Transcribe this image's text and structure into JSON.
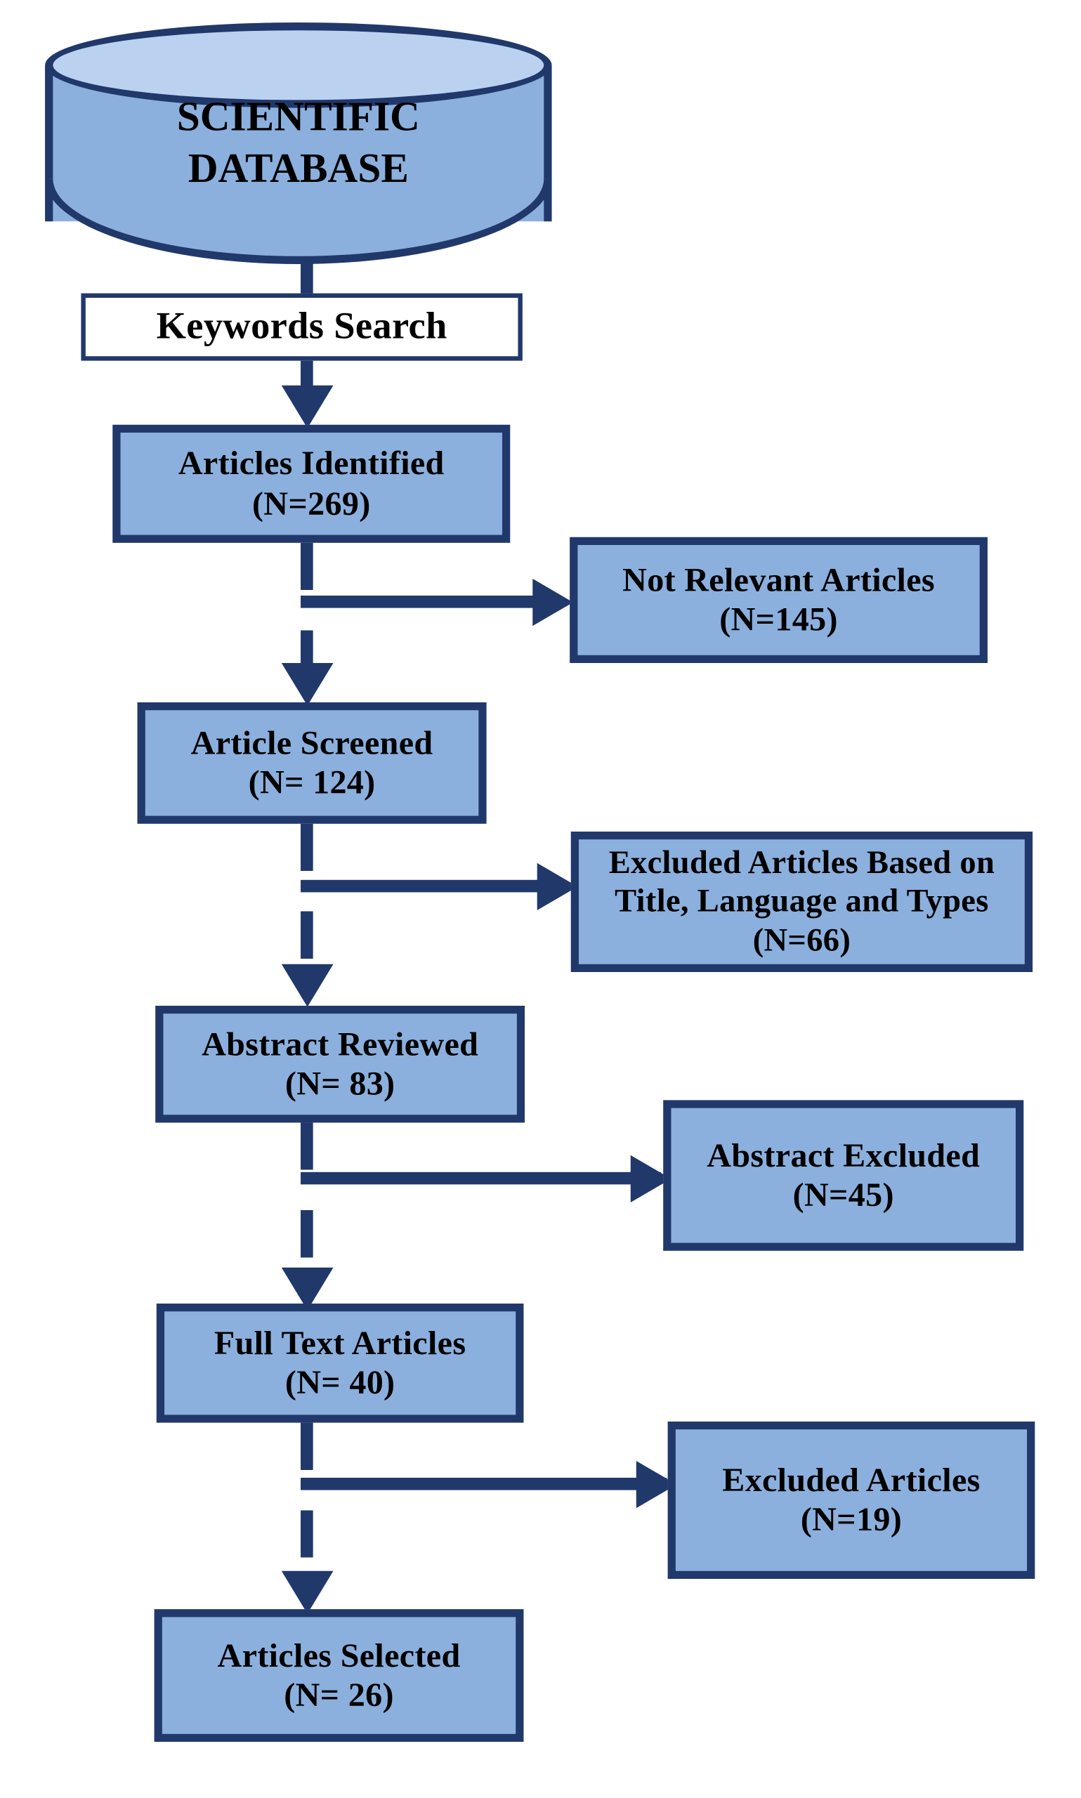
{
  "diagram": {
    "title": "PRISMA article selection flowchart",
    "colors": {
      "node_fill": "#8cb0dd",
      "node_fill_light": "#bad2ef",
      "border": "#21386b",
      "plain_fill": "#ffffff",
      "text": "#000000",
      "background": "#ffffff"
    }
  },
  "nodes": {
    "database": {
      "shape": "cylinder",
      "line1": "SCIENTIFIC",
      "line2": "DATABASE"
    },
    "keywords_search": {
      "shape": "process",
      "line1": "Keywords Search"
    },
    "articles_identified": {
      "shape": "box",
      "line1": "Articles Identified",
      "line2": "(N=269)"
    },
    "not_relevant": {
      "shape": "box",
      "line1": "Not Relevant Articles",
      "line2": "(N=145)"
    },
    "article_screened": {
      "shape": "box",
      "line1": "Article Screened",
      "line2": "(N= 124)"
    },
    "excluded_title_language_types": {
      "shape": "box",
      "line1": "Excluded Articles Based on",
      "line2": "Title, Language and Types",
      "line3": "(N=66)"
    },
    "abstract_reviewed": {
      "shape": "box",
      "line1": "Abstract Reviewed",
      "line2": "(N= 83)"
    },
    "abstract_excluded": {
      "shape": "box",
      "line1": "Abstract Excluded",
      "line2": "(N=45)"
    },
    "full_text_articles": {
      "shape": "box",
      "line1": "Full Text Articles",
      "line2": "(N= 40)"
    },
    "excluded_articles": {
      "shape": "box",
      "line1": "Excluded Articles",
      "line2": "(N=19)"
    },
    "articles_selected": {
      "shape": "box",
      "line1": "Articles Selected",
      "line2": "(N= 26)"
    }
  },
  "chart_data": {
    "type": "diagram",
    "title": "Article screening and selection flow",
    "stages": [
      {
        "label": "Articles Identified",
        "n": 269
      },
      {
        "label": "Article Screened",
        "n": 124
      },
      {
        "label": "Abstract Reviewed",
        "n": 83
      },
      {
        "label": "Full Text Articles",
        "n": 40
      },
      {
        "label": "Articles Selected",
        "n": 26
      }
    ],
    "exclusions": [
      {
        "label": "Not Relevant Articles",
        "n": 145
      },
      {
        "label": "Excluded Articles Based on Title, Language and Types",
        "n": 66
      },
      {
        "label": "Abstract Excluded",
        "n": 45
      },
      {
        "label": "Excluded Articles",
        "n": 19
      }
    ]
  }
}
